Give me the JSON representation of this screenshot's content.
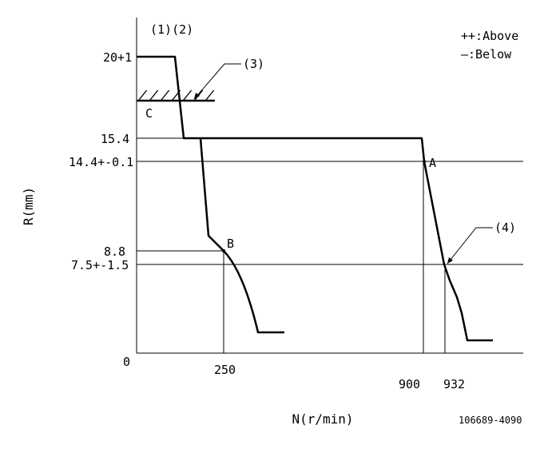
{
  "header": {
    "notes_label": "(1)(2)",
    "legend_above": "++:Above",
    "legend_below": "—:Below"
  },
  "axes": {
    "y_title": "R(mm)",
    "x_title": "N(r/min)",
    "origin_label": "0"
  },
  "y_ticks": {
    "t1": "20+1",
    "t2": "15.4",
    "t3": "14.4+-0.1",
    "t4": "8.8",
    "t5": "7.5+-1.5"
  },
  "x_ticks": {
    "t1": "250",
    "t2": "900",
    "t3": "932"
  },
  "points": {
    "a": "A",
    "b": "B",
    "c": "C"
  },
  "callouts": {
    "c3": "(3)",
    "c4": "(4)"
  },
  "footer": {
    "code": "106689-4090"
  }
}
